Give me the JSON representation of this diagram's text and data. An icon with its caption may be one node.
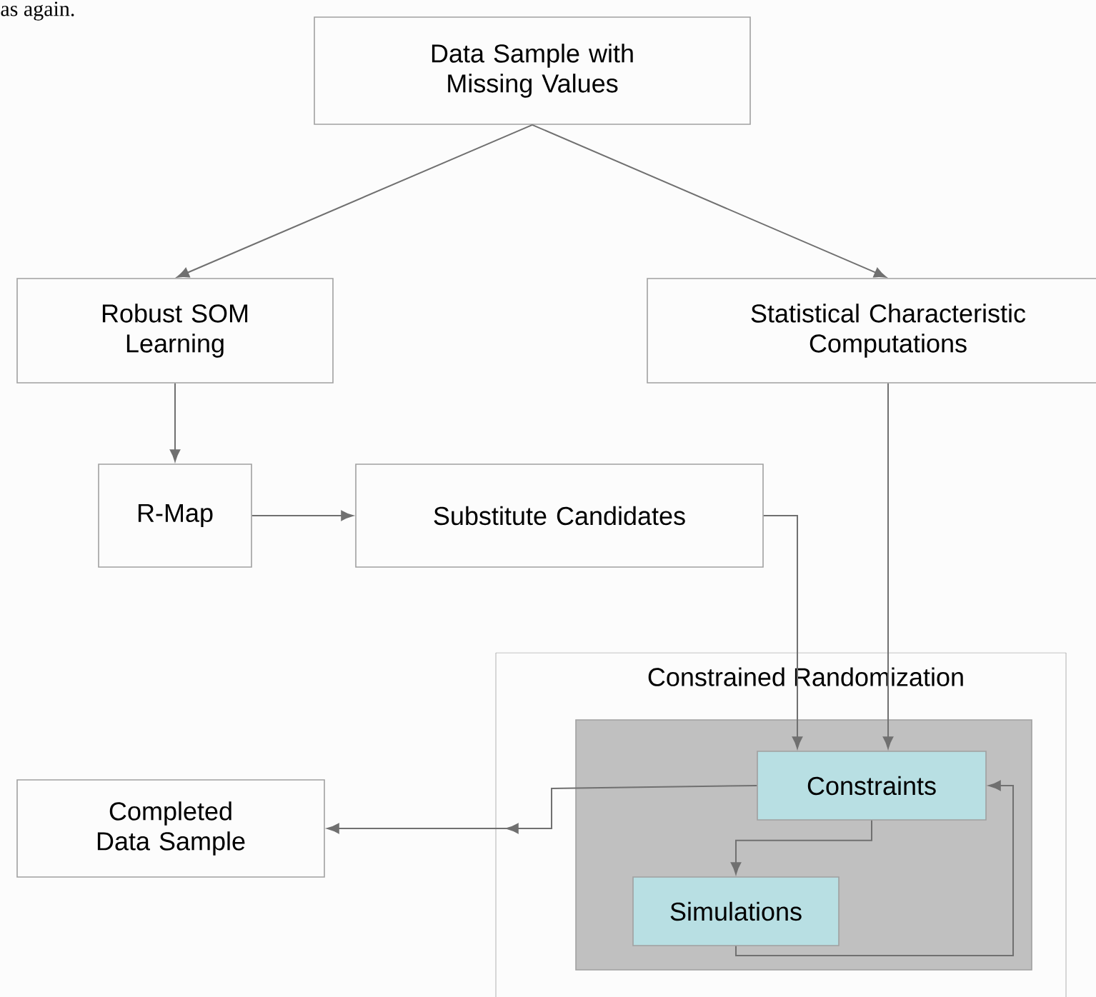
{
  "diagram": {
    "nodes": [
      {
        "text": [
          "Data Sample with Missing Values"
        ]
      },
      {
        "text": [
          "Robust SOM Learning"
        ]
      },
      {
        "text": [
          "Statistical Characteristic Computations"
        ]
      },
      {
        "text": [
          "R-Map"
        ]
      },
      {
        "text": [
          "Substitute Candidates"
        ]
      },
      {
        "text": [
          "Constrained Randomization"
        ]
      },
      {
        "text": [],
        "shape": "box",
        "in": 5
      },
      {
        "text": [
          "Constraints"
        ],
        "in": 6
      },
      {
        "text": [
          "Simulations"
        ],
        "in": 6
      },
      {
        "text": [
          "Completed Data Sample"
        ]
      }
    ],
    "edges": [
      {
        "from": 0,
        "to": 1,
        "arrow": "to"
      },
      {
        "from": 0,
        "to": 2,
        "arrow": "to"
      },
      {
        "from": 1,
        "to": 3,
        "arrow": "to"
      },
      {
        "from": 3,
        "to": 4,
        "arrow": "to"
      },
      {
        "from": 4,
        "to": 7,
        "arrow": "to"
      },
      {
        "from": 2,
        "to": 7,
        "arrow": "to"
      },
      {
        "from": 7,
        "to": 9,
        "arrow": "to"
      },
      {
        "from": 7,
        "to": 8,
        "arrow": "to"
      },
      {
        "from": 8,
        "to": 7,
        "arrow": "to"
      }
    ],
    "labels": [
      "as again."
    ]
  }
}
